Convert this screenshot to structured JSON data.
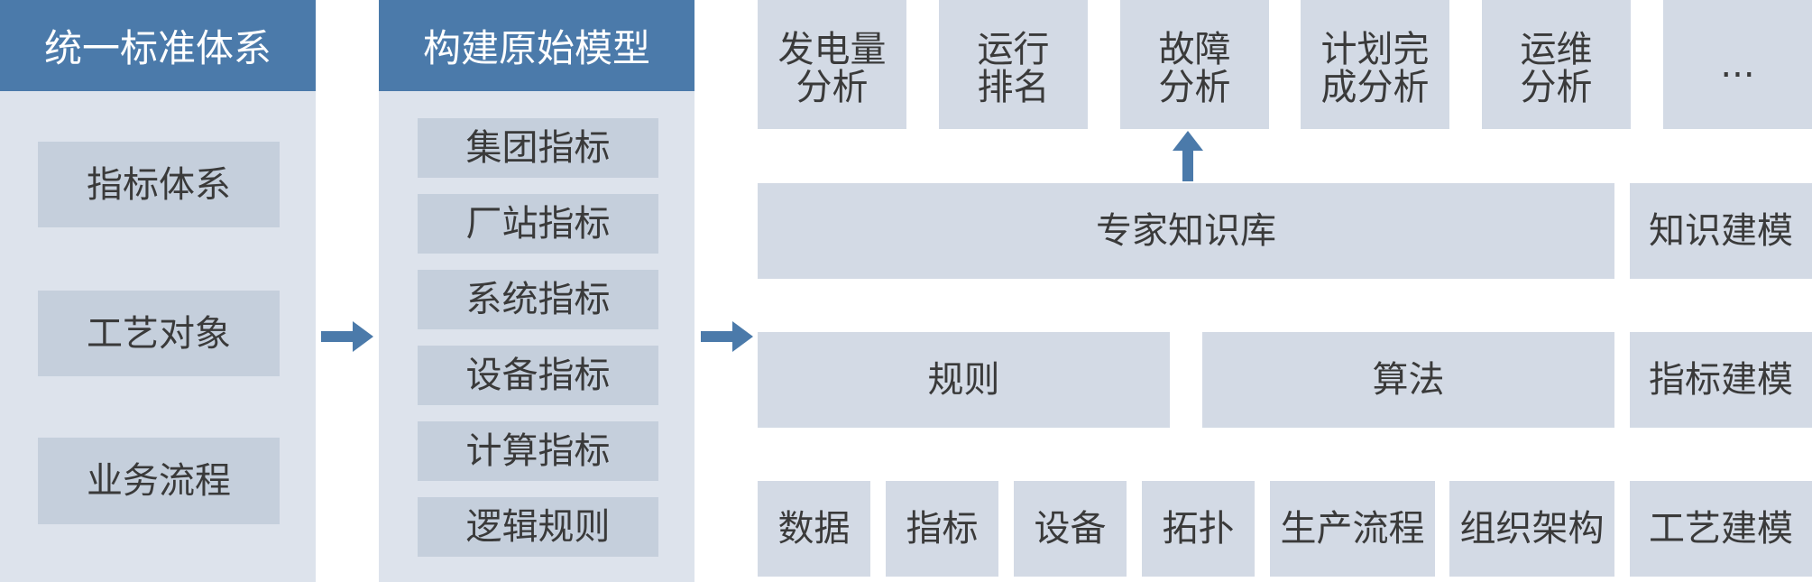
{
  "colors": {
    "header_bg": "#4b7aaa",
    "panel_bg": "#dde3ec",
    "box_bg": "#c5cfdc",
    "right_box_bg": "#d3dae5",
    "arrow": "#4b7aaa"
  },
  "col1": {
    "title": "统一标准体系",
    "items": [
      "指标体系",
      "工艺对象",
      "业务流程"
    ]
  },
  "col2": {
    "title": "构建原始模型",
    "items": [
      "集团指标",
      "厂站指标",
      "系统指标",
      "设备指标",
      "计算指标",
      "逻辑规则"
    ]
  },
  "apps": [
    "发电量\n分析",
    "运行\n排名",
    "故障\n分析",
    "计划完\n成分析",
    "运维\n分析",
    "..."
  ],
  "knowledge": {
    "base": "专家知识库",
    "modeling": "知识建模"
  },
  "rules_row": {
    "rules": "规则",
    "algorithm": "算法",
    "modeling": "指标建模"
  },
  "data_row": {
    "items": [
      "数据",
      "指标",
      "设备",
      "拓扑",
      "生产流程",
      "组织架构"
    ],
    "modeling": "工艺建模"
  }
}
